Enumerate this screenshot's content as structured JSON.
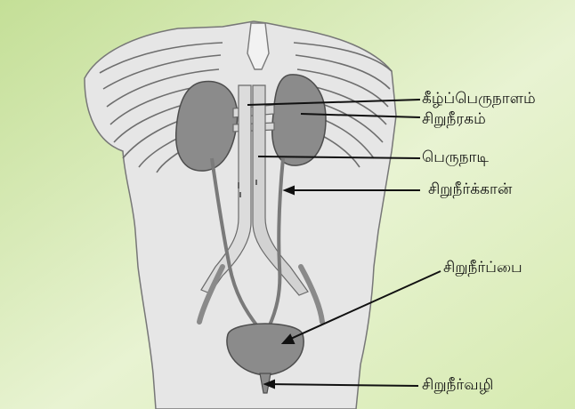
{
  "colors": {
    "background_green": "#cfe6a3",
    "torso_fill": "#e4e4e4",
    "organ_fill": "#8b8b8b",
    "vessel_fill": "#d8d8d8",
    "outline": "#555555",
    "pointer": "#111111"
  },
  "labels": {
    "inferior_vena_cava": "கீழ்ப்பெருநாளம்",
    "kidney": "சிறுநீரகம்",
    "aorta": "பெருநாடி",
    "ureter": "சிறுநீர்க்கான்",
    "bladder": "சிறுநீர்ப்பை",
    "urethra": "சிறுநீர்வழி"
  }
}
